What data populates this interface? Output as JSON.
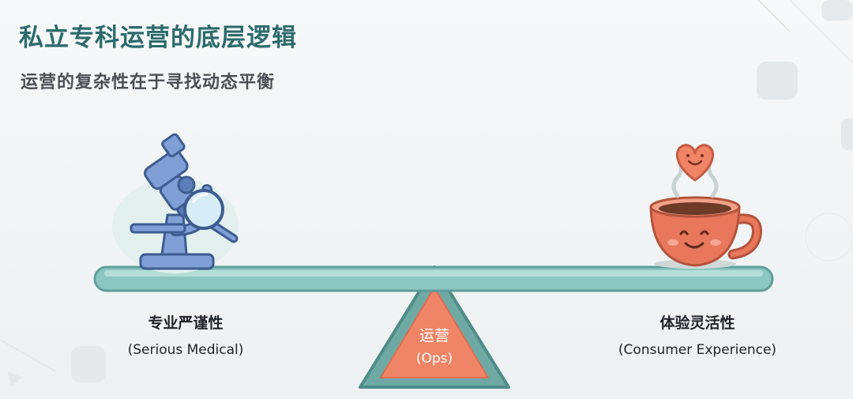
{
  "title": "私立专科运营的底层逻辑",
  "subtitle": "运营的复杂性在于寻找动态平衡",
  "left": {
    "label_cn": "专业严谨性",
    "label_en": "(Serious Medical)",
    "icon": "microscope-with-magnifier-icon"
  },
  "right": {
    "label_cn": "体验灵活性",
    "label_en": "(Consumer Experience)",
    "icon": "smiling-coffee-cup-with-heart-icon"
  },
  "fulcrum": {
    "label_cn": "运营",
    "label_en": "(Ops)"
  },
  "colors": {
    "title": "#2c6b6c",
    "beam": "#8cc6c0",
    "fulcrum_fill": "#ef8466",
    "fulcrum_border": "#5f9e9a",
    "microscope": "#7f9fd6",
    "cup": "#e8775c"
  }
}
